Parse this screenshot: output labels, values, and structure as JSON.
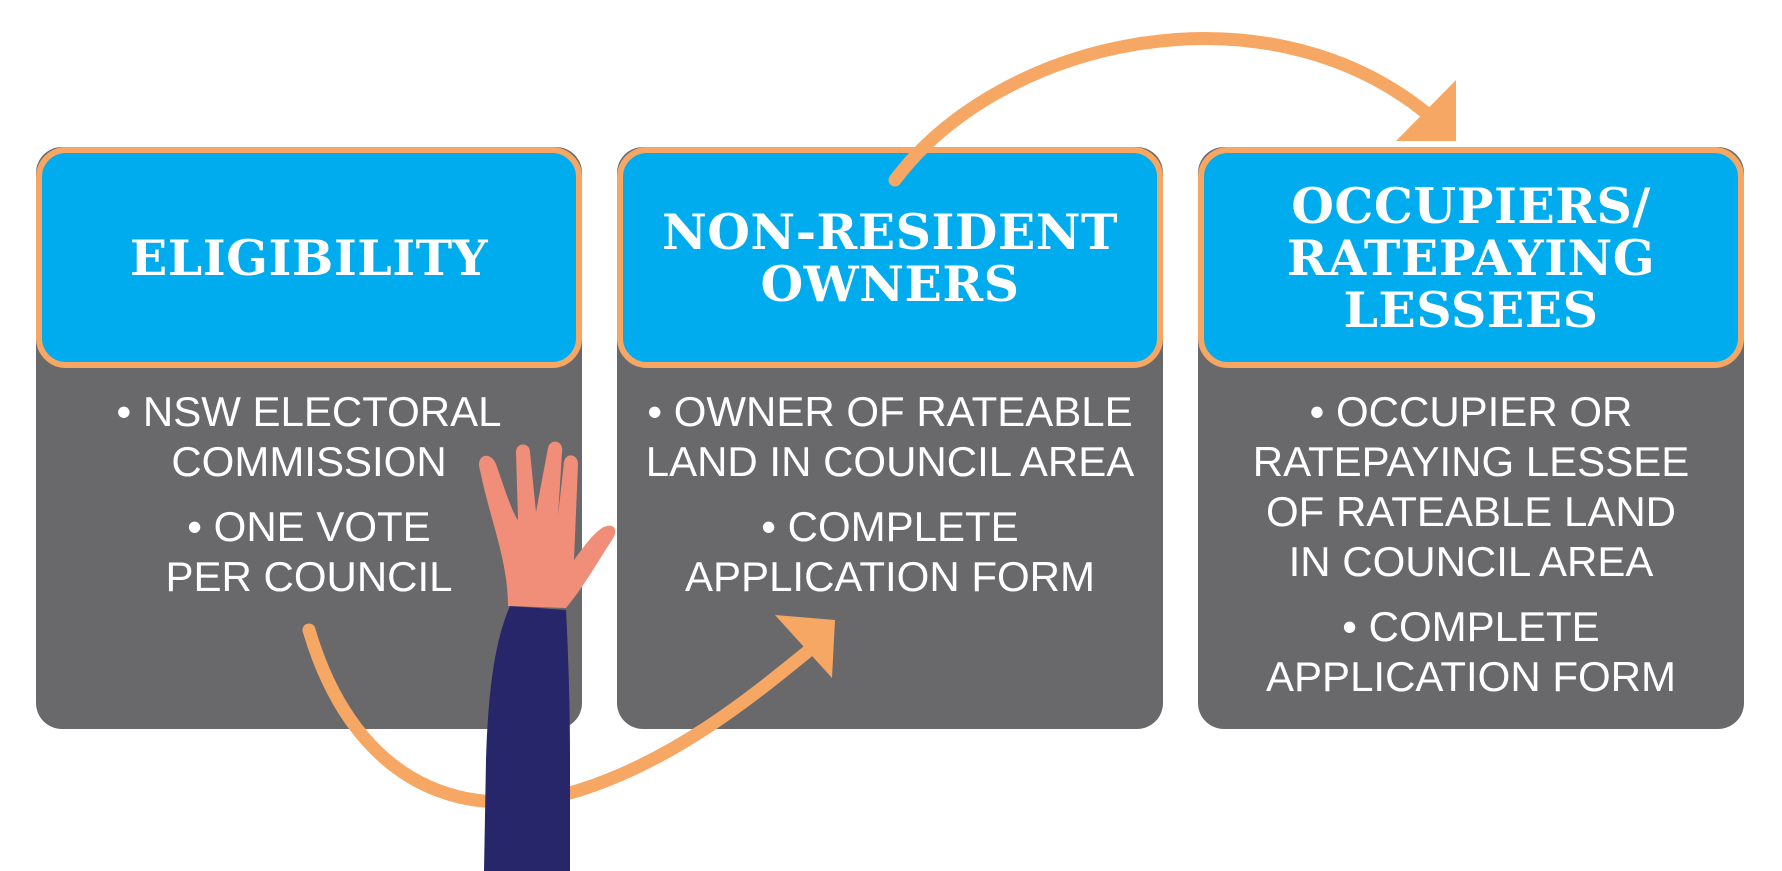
{
  "cards": [
    {
      "title": "ELIGIBILITY",
      "bullets": [
        "• NSW ELECTORAL\nCOMMISSION",
        "• ONE VOTE\nPER COUNCIL"
      ]
    },
    {
      "title": "NON-RESIDENT\nOWNERS",
      "bullets": [
        "• OWNER OF RATEABLE\nLAND IN COUNCIL AREA",
        "• COMPLETE\nAPPLICATION FORM"
      ]
    },
    {
      "title": "OCCUPIERS/\nRATEPAYING\nLESSEES",
      "bullets": [
        "• OCCUPIER OR\nRATEPAYING LESSEE\nOF RATEABLE LAND\nIN COUNCIL AREA",
        "• COMPLETE\nAPPLICATION FORM"
      ]
    }
  ],
  "colors": {
    "header": "#00aced",
    "header_border": "#f6a764",
    "body": "#69696c",
    "arrow": "#f6a764",
    "hand": "#f08e79",
    "sleeve": "#27266a"
  },
  "icons": {
    "raised_hand": "raised-hand-icon",
    "arrows": "curved-arrow-icon"
  }
}
